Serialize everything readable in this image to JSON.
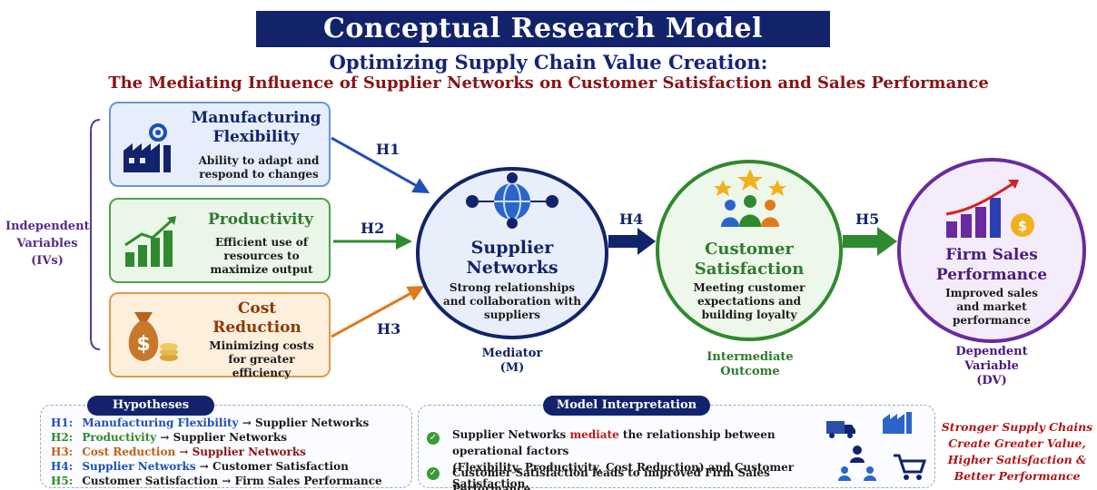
{
  "title": "Conceptual Research Model",
  "subtitle1": "Optimizing Supply Chain Value Creation:",
  "subtitle2": "The Mediating Influence of Supplier Networks on Customer Satisfaction and Sales Performance",
  "iv_label": [
    "Independent",
    "Variables",
    "(IVs)"
  ],
  "ivs": [
    {
      "title_lines": [
        "Manufacturing",
        "Flexibility"
      ],
      "desc_lines": [
        "Ability to adapt and",
        "respond to changes"
      ],
      "color": "#1e4fb5"
    },
    {
      "title_lines": [
        "Productivity"
      ],
      "desc_lines": [
        "Efficient use of",
        "resources to",
        "maximize output"
      ],
      "color": "#2f8a2f"
    },
    {
      "title_lines": [
        "Cost",
        "Reduction"
      ],
      "desc_lines": [
        "Minimizing costs",
        "for greater",
        "efficiency"
      ],
      "color": "#c06010"
    }
  ],
  "hypothesis_labels": {
    "h1": "H1",
    "h2": "H2",
    "h3": "H3",
    "h4": "H4",
    "h5": "H5"
  },
  "mediator": {
    "title_lines": [
      "Supplier",
      "Networks"
    ],
    "desc_lines": [
      "Strong relationships",
      "and collaboration with",
      "suppliers"
    ],
    "role_lines": [
      "Mediator",
      "(M)"
    ]
  },
  "intermediate": {
    "title_lines": [
      "Customer",
      "Satisfaction"
    ],
    "desc_lines": [
      "Meeting customer",
      "expectations and",
      "building loyalty"
    ],
    "role_lines": [
      "Intermediate",
      "Outcome"
    ]
  },
  "dependent": {
    "title_lines": [
      "Firm Sales",
      "Performance"
    ],
    "desc_lines": [
      "Improved sales",
      "and market",
      "performance"
    ],
    "role_lines": [
      "Dependent",
      "Variable",
      "(DV)"
    ]
  },
  "hypotheses_panel": {
    "heading": "Hypotheses",
    "items": [
      {
        "code": "H1:",
        "cause": "Manufacturing Flexibility",
        "arrow": "→",
        "effect": "Supplier Networks",
        "color": "#1e4fb5",
        "effect_color": "#1a1a1a"
      },
      {
        "code": "H2:",
        "cause": "Productivity",
        "arrow": "→",
        "effect": "Supplier Networks",
        "color": "#2f8a2f",
        "effect_color": "#1a1a1a"
      },
      {
        "code": "H3:",
        "cause": "Cost Reduction",
        "arrow": "→",
        "effect": "Supplier Networks",
        "color": "#c06010",
        "effect_color": "#8a1313"
      },
      {
        "code": "H4:",
        "cause": "Supplier Networks",
        "arrow": "→",
        "effect": "Customer Satisfaction",
        "color": "#1e4fb5",
        "effect_color": "#1a1a1a"
      },
      {
        "code": "H5:",
        "cause": "Customer Satisfaction",
        "arrow": "→",
        "effect": "Firm Sales Performance",
        "color": "#2f8a2f",
        "effect_color": "#1a1a1a"
      }
    ]
  },
  "interpretation_panel": {
    "heading": "Model Interpretation",
    "point1_pre": "Supplier Networks ",
    "point1_em": "mediate",
    "point1_post": " the relationship between operational factors",
    "point1_line2": "(Flexibility, Productivity, Cost Reduction) and Customer Satisfaction.",
    "point2": "Customer Satisfaction leads to improved Firm Sales Performance."
  },
  "tagline_lines": [
    "Stronger Supply Chains",
    "Create Greater Value,",
    "Higher Satisfaction &",
    "Better Performance"
  ],
  "icons": [
    "gear-factory-icon",
    "growth-chart-icon",
    "money-bag-icon",
    "globe-network-icon",
    "customer-stars-icon",
    "sales-chart-icon",
    "truck-icon",
    "factory-icon",
    "people-network-icon",
    "cart-icon"
  ],
  "colors": {
    "navy": "#12236b",
    "blue": "#1e4fb5",
    "green": "#2f8a2f",
    "orange": "#e07a1c",
    "purple": "#6a2aa0",
    "red": "#8a1313"
  }
}
